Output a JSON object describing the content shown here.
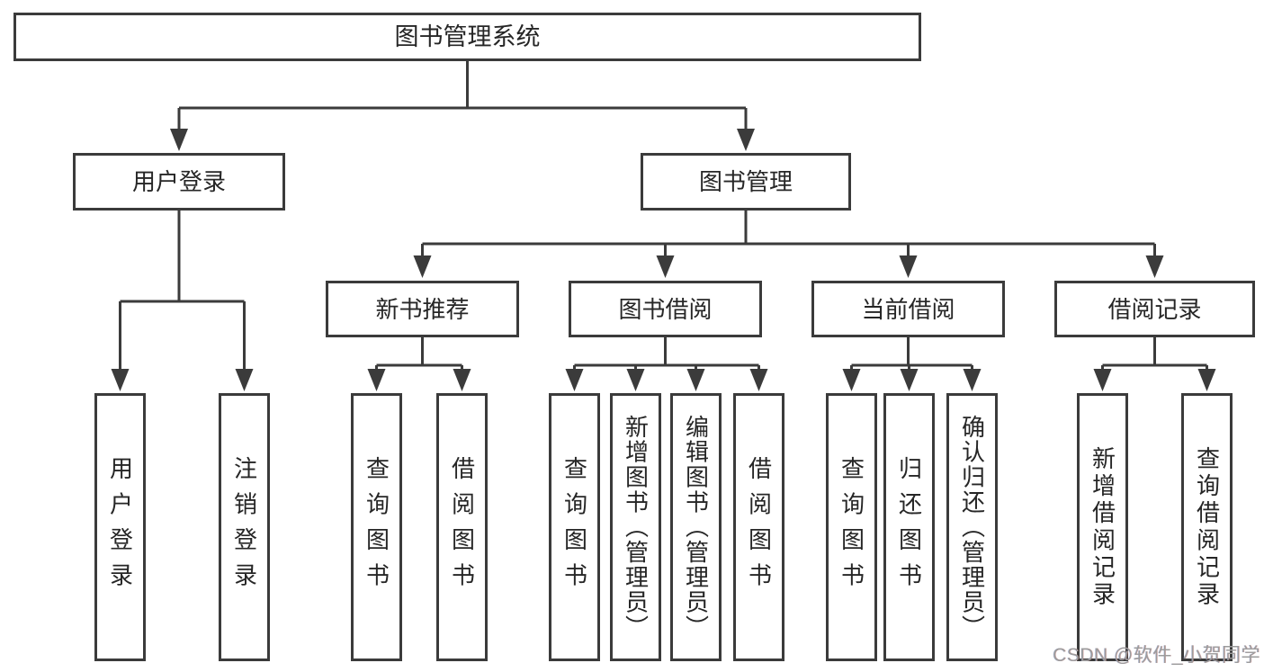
{
  "diagram": {
    "root": {
      "label": "图书管理系统"
    },
    "level2": [
      {
        "label": "用户登录"
      },
      {
        "label": "图书管理"
      }
    ],
    "level3": [
      {
        "label": "新书推荐"
      },
      {
        "label": "图书借阅"
      },
      {
        "label": "当前借阅"
      },
      {
        "label": "借阅记录"
      }
    ],
    "leaves": [
      {
        "label": "用户登录"
      },
      {
        "label": "注销登录"
      },
      {
        "label": "查询图书"
      },
      {
        "label": "借阅图书"
      },
      {
        "label": "查询图书"
      },
      {
        "label": "新增图书（管理员）"
      },
      {
        "label": "编辑图书（管理员）"
      },
      {
        "label": "借阅图书"
      },
      {
        "label": "查询图书"
      },
      {
        "label": "归还图书"
      },
      {
        "label": "确认归还（管理员）"
      },
      {
        "label": "新增借阅记录"
      },
      {
        "label": "查询借阅记录"
      }
    ],
    "line_color": "#3b3b3b"
  },
  "watermark": {
    "text": "CSDN @软件_小贺同学"
  }
}
